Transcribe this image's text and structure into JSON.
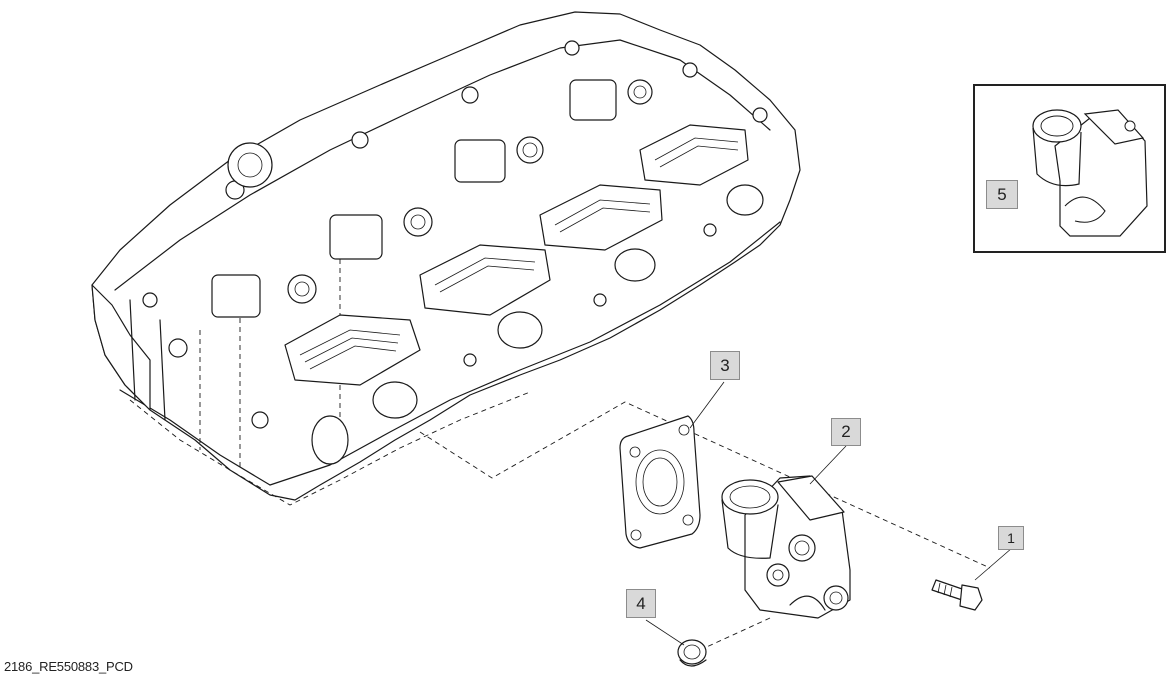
{
  "diagram": {
    "drawing_id": "2186_RE550883_PCD",
    "callouts": [
      {
        "id": "1",
        "label": "1"
      },
      {
        "id": "2",
        "label": "2"
      },
      {
        "id": "3",
        "label": "3"
      },
      {
        "id": "4",
        "label": "4"
      },
      {
        "id": "5",
        "label": "5"
      }
    ],
    "colors": {
      "line": "#1a1a1a",
      "callout_fill": "#d9d9d9",
      "callout_border": "#8c8c8c",
      "background": "#ffffff"
    }
  }
}
